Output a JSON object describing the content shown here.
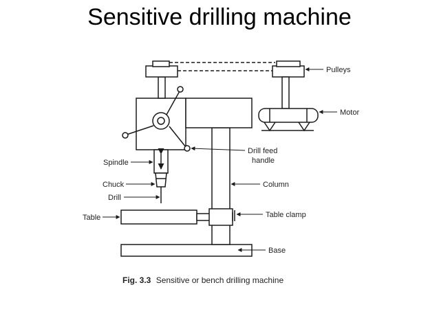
{
  "slide": {
    "title": "Sensitive drilling machine"
  },
  "labels": {
    "pulleys": "Pulleys",
    "motor": "Motor",
    "drill_feed_handle_1": "Drill feed",
    "drill_feed_handle_2": "handle",
    "spindle": "Spindle",
    "chuck": "Chuck",
    "drill": "Drill",
    "column": "Column",
    "table": "Table",
    "table_clamp": "Table clamp",
    "base": "Base"
  },
  "caption": {
    "fig_number": "Fig. 3.3",
    "text": "Sensitive or bench drilling machine"
  },
  "colors": {
    "line": "#1a1a1a",
    "background": "#ffffff"
  }
}
